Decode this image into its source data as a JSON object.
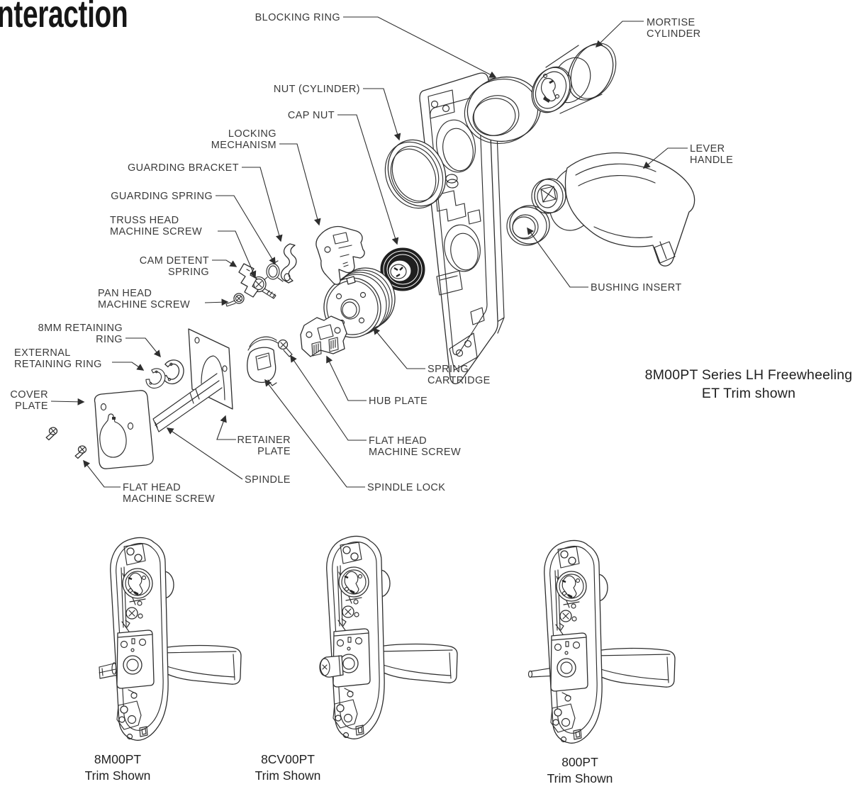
{
  "page": {
    "heading_partial": "nteraction"
  },
  "exploded_view": {
    "caption": [
      "8M00PT Series LH Freewheeling",
      "ET Trim shown"
    ],
    "labels": {
      "blocking_ring": [
        "BLOCKING RING"
      ],
      "mortise_cylinder": [
        "MORTISE",
        "CYLINDER"
      ],
      "nut_cylinder": [
        "NUT (CYLINDER)"
      ],
      "cap_nut": [
        "CAP NUT"
      ],
      "locking_mechanism": [
        "LOCKING",
        "MECHANISM"
      ],
      "guarding_bracket": [
        "GUARDING BRACKET"
      ],
      "guarding_spring": [
        "GUARDING SPRING"
      ],
      "truss_head_machine_screw": [
        "TRUSS HEAD",
        "MACHINE SCREW"
      ],
      "cam_detent_spring": [
        "CAM DETENT",
        "SPRING"
      ],
      "pan_head_machine_screw": [
        "PAN HEAD",
        "MACHINE SCREW"
      ],
      "retaining_ring_8mm": [
        "8MM RETAINING",
        "RING"
      ],
      "external_retaining_ring": [
        "EXTERNAL",
        "RETAINING RING"
      ],
      "cover_plate": [
        "COVER",
        "PLATE"
      ],
      "flat_head_machine_screw_left": [
        "FLAT HEAD",
        "MACHINE SCREW"
      ],
      "spindle": [
        "SPINDLE"
      ],
      "retainer_plate": [
        "RETAINER",
        "PLATE"
      ],
      "hub_plate": [
        "HUB PLATE"
      ],
      "flat_head_machine_screw_center": [
        "FLAT HEAD",
        "MACHINE SCREW"
      ],
      "spindle_lock": [
        "SPINDLE LOCK"
      ],
      "spring_cartridge": [
        "SPRING",
        "CARTRIDGE"
      ],
      "bushing_insert": [
        "BUSHING INSERT"
      ],
      "lever_handle": [
        "LEVER",
        "HANDLE"
      ]
    }
  },
  "trim_figures": [
    {
      "model": "8M00PT",
      "caption": "Trim Shown"
    },
    {
      "model": "8CV00PT",
      "caption": "Trim Shown"
    },
    {
      "model": "800PT",
      "caption": "Trim Shown"
    }
  ]
}
